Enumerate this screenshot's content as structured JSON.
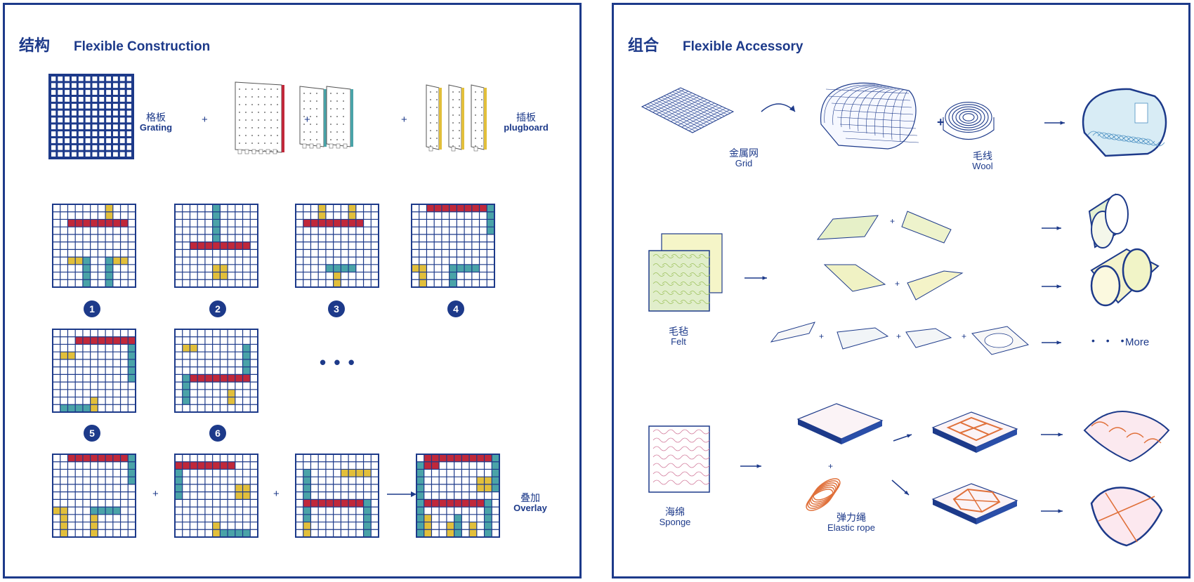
{
  "colors": {
    "navy": "#1d3a8a",
    "red": "#c0283a",
    "teal": "#4aa3a8",
    "yellow": "#e2bf3a",
    "felt": "#9cc15a",
    "sponge": "#d27a9b",
    "rope": "#e0703a",
    "wool": "#4a8fc2"
  },
  "left": {
    "title_cn": "结构",
    "title_en": "Flexible Construction",
    "grating": {
      "cn": "格板",
      "en": "Grating"
    },
    "plugboard": {
      "cn": "插板",
      "en": "plugboard"
    },
    "plus": "+",
    "grid_numbers": [
      "1",
      "2",
      "3",
      "4",
      "5",
      "6"
    ],
    "more": "• • •",
    "overlay": {
      "cn": "叠加",
      "en": "Overlay"
    }
  },
  "right": {
    "title_cn": "组合",
    "title_en": "Flexible Accessory",
    "grid": {
      "cn": "金属网",
      "en": "Grid"
    },
    "wool": {
      "cn": "毛线",
      "en": "Wool"
    },
    "felt": {
      "cn": "毛毡",
      "en": "Felt"
    },
    "sponge": {
      "cn": "海绵",
      "en": "Sponge"
    },
    "rope": {
      "cn": "弹力绳",
      "en": "Elastic rope"
    },
    "more_dots": "• • •",
    "more_label": "More",
    "plus": "+"
  }
}
